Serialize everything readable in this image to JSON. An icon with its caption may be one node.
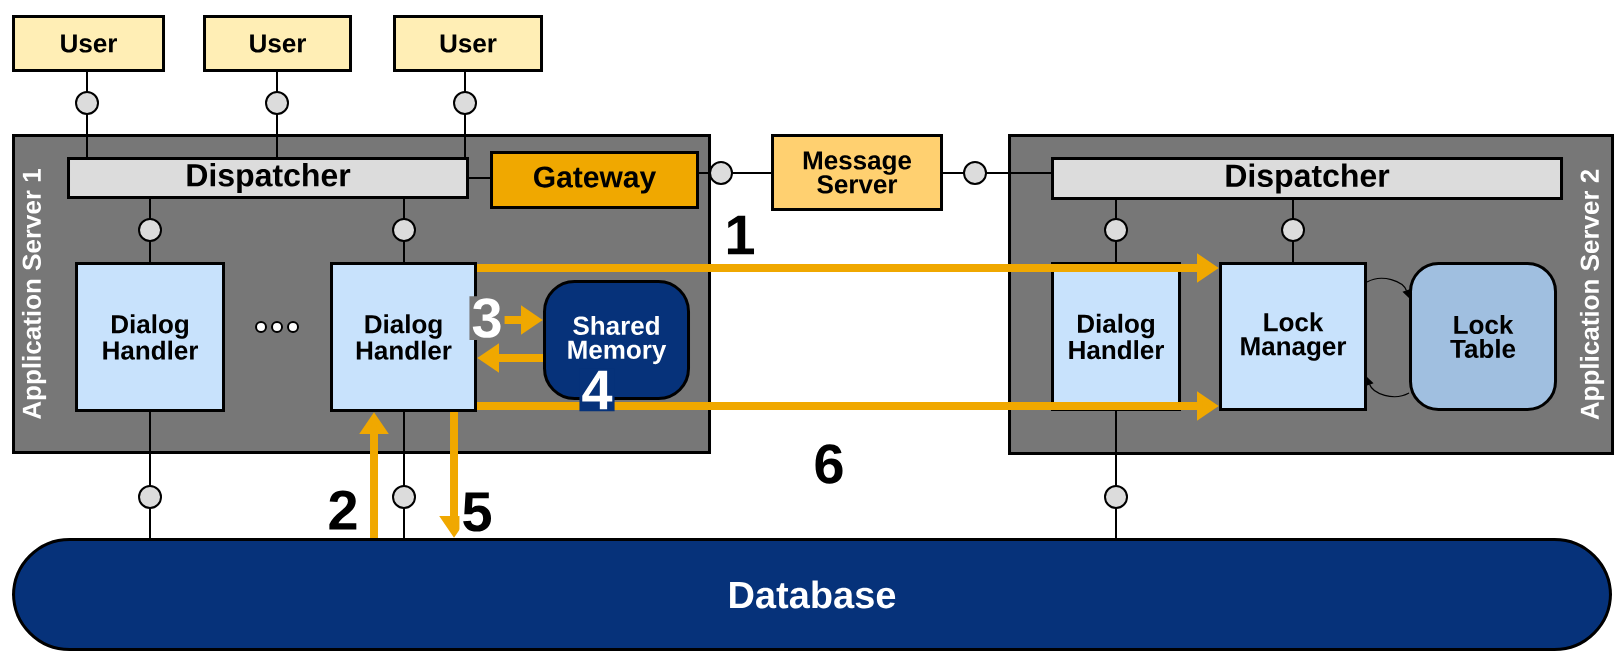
{
  "diagram": {
    "nodes": [
      {
        "text": [
          "User"
        ]
      },
      {
        "text": [
          "User"
        ]
      },
      {
        "text": [
          "User"
        ]
      },
      {
        "text": [
          "Application Server 1"
        ]
      },
      {
        "text": [
          "Dispatcher"
        ],
        "in": 3
      },
      {
        "text": [
          "Gateway"
        ],
        "in": 3
      },
      {
        "text": [
          "Dialog Handler"
        ],
        "in": 3
      },
      {
        "text": [
          "Dialog Handler"
        ],
        "in": 3
      },
      {
        "text": [
          "Shared Memory"
        ],
        "in": 3
      },
      {
        "text": [
          "Message Server"
        ]
      },
      {
        "text": [
          "Application Server 2"
        ]
      },
      {
        "text": [
          "Dispatcher"
        ],
        "in": 10
      },
      {
        "text": [
          "Dialog Handler"
        ],
        "in": 10
      },
      {
        "text": [
          "Lock Manager"
        ],
        "in": 10
      },
      {
        "text": [
          "Lock Table"
        ],
        "in": 10
      },
      {
        "text": [
          "Database"
        ]
      }
    ],
    "edges": [
      {
        "from": 0,
        "to": 4,
        "arrow": "none"
      },
      {
        "from": 1,
        "to": 4,
        "arrow": "none"
      },
      {
        "from": 2,
        "to": 4,
        "arrow": "none"
      },
      {
        "from": 4,
        "to": 5,
        "arrow": "none"
      },
      {
        "from": 4,
        "to": 6,
        "arrow": "none"
      },
      {
        "from": 4,
        "to": 7,
        "arrow": "none"
      },
      {
        "from": 6,
        "to": 15,
        "arrow": "none"
      },
      {
        "from": 7,
        "to": 15,
        "arrow": "none"
      },
      {
        "from": 5,
        "to": 9,
        "arrow": "none"
      },
      {
        "from": 9,
        "to": 11,
        "arrow": "none"
      },
      {
        "from": 11,
        "to": 12,
        "arrow": "none"
      },
      {
        "from": 11,
        "to": 13,
        "arrow": "none"
      },
      {
        "from": 12,
        "to": 15,
        "arrow": "none"
      },
      {
        "from": 7,
        "to": 13,
        "arrow": "to",
        "label": "1",
        "style": "thick",
        "color": "#f0a800"
      },
      {
        "from": 7,
        "to": 8,
        "arrow": "to",
        "label": "3",
        "style": "thick",
        "color": "#f0a800"
      },
      {
        "from": 8,
        "to": 7,
        "arrow": "to",
        "label": "4",
        "style": "thick",
        "color": "#f0a800"
      },
      {
        "from": 15,
        "to": 7,
        "arrow": "to",
        "label": "2",
        "style": "thick",
        "color": "#f0a800"
      },
      {
        "from": 7,
        "to": 15,
        "arrow": "to",
        "label": "5",
        "style": "thick",
        "color": "#f0a800"
      },
      {
        "from": 7,
        "to": 13,
        "arrow": "to",
        "label": "6",
        "style": "thick",
        "color": "#f0a800"
      },
      {
        "from": 13,
        "to": 14,
        "arrow": "to"
      },
      {
        "from": 14,
        "to": 13,
        "arrow": "to"
      }
    ]
  }
}
